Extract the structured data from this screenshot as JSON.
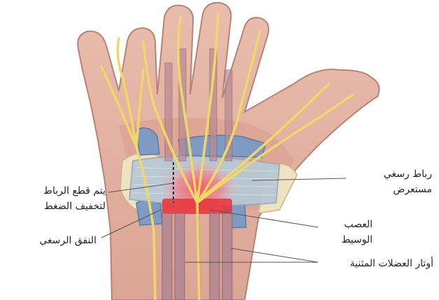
{
  "diagram": {
    "labels": {
      "ligament_cut": [
        "يتم قطع الرباط",
        "لتخفيف الضغط"
      ],
      "carpal_tunnel": "النفق الرسغي",
      "transverse_ligament": [
        "رباط رسغي",
        "مستعرض"
      ],
      "median_nerve": [
        "العصب",
        "الوسيط"
      ],
      "flexor_tendons": "أوتار العضلات المثنية"
    },
    "colors": {
      "skin": "#e7b8a7",
      "skin_shadow": "#c98e80",
      "nerve": "#f1d66b",
      "ligament": "#b7c8d4",
      "tunnel_blue": "#7f9bc4",
      "pressure_red": "#e8323a",
      "tendon": "#b88a92",
      "bone": "#efe2c0",
      "leader_line": "#555555"
    }
  }
}
